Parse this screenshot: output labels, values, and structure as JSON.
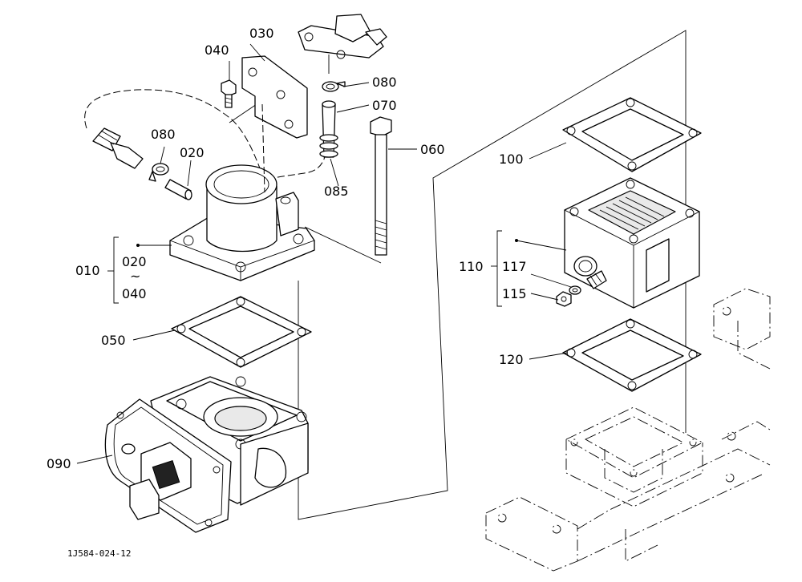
{
  "labels": {
    "p010": "010",
    "p020a": "020",
    "p020b": "020",
    "tilde": "~",
    "p040a": "040",
    "p040b": "040",
    "p030": "030",
    "p050": "050",
    "p060": "060",
    "p070": "070",
    "p080a": "080",
    "p080b": "080",
    "p085": "085",
    "p090": "090",
    "p100": "100",
    "p110": "110",
    "p115": "115",
    "p117": "117",
    "p120": "120"
  },
  "drawing_code": "1J584-024-12"
}
